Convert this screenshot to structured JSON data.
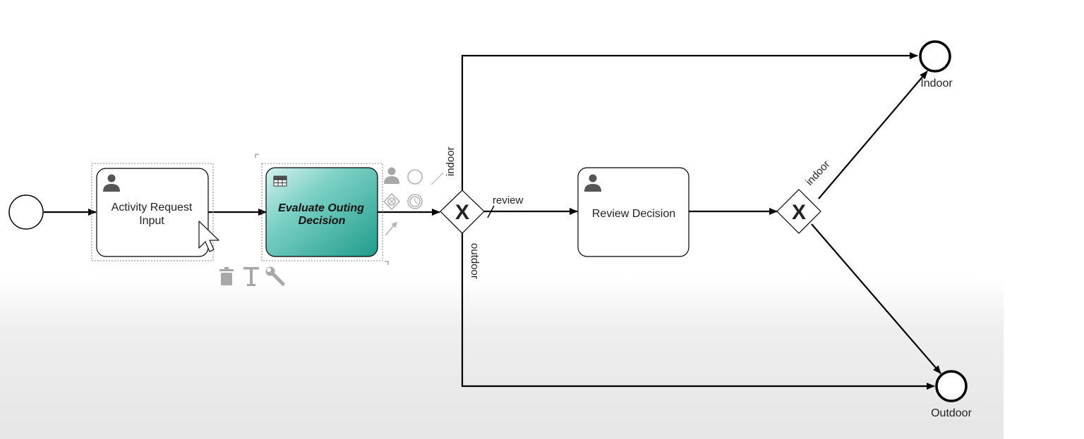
{
  "diagram": {
    "nodes": {
      "start": {
        "type": "start-event"
      },
      "activity_request": {
        "type": "user-task",
        "label_line1": "Activity Request",
        "label_line2": "Input"
      },
      "evaluate_outing": {
        "type": "decision-task",
        "label_line1": "Evaluate Outing",
        "label_line2": "Decision",
        "selected": true
      },
      "gateway1": {
        "type": "exclusive-gateway",
        "marker": "X"
      },
      "review_decision": {
        "type": "user-task",
        "label": "Review Decision"
      },
      "gateway2": {
        "type": "exclusive-gateway",
        "marker": "X"
      },
      "end_indoor": {
        "type": "end-event",
        "label": "Indoor"
      },
      "end_outdoor": {
        "type": "end-event",
        "label": "Outdoor"
      }
    },
    "flows": {
      "gw1_indoor": "indoor",
      "gw1_review": "review",
      "gw1_outdoor": "outdoor",
      "gw2_indoor": "indoor"
    },
    "toolbar_icons": [
      "trash-icon",
      "text-icon",
      "wrench-icon"
    ],
    "palette_icons": [
      "user-task-icon",
      "end-event-icon",
      "gateway-icon",
      "intermediate-timer-icon",
      "connector-icon",
      "morph-icon"
    ],
    "colors": {
      "decision_fill_light": "#d7f2ee",
      "decision_fill_dark": "#1f9c8c",
      "stroke": "#000000",
      "icon_gray": "#a8a8a8"
    }
  }
}
